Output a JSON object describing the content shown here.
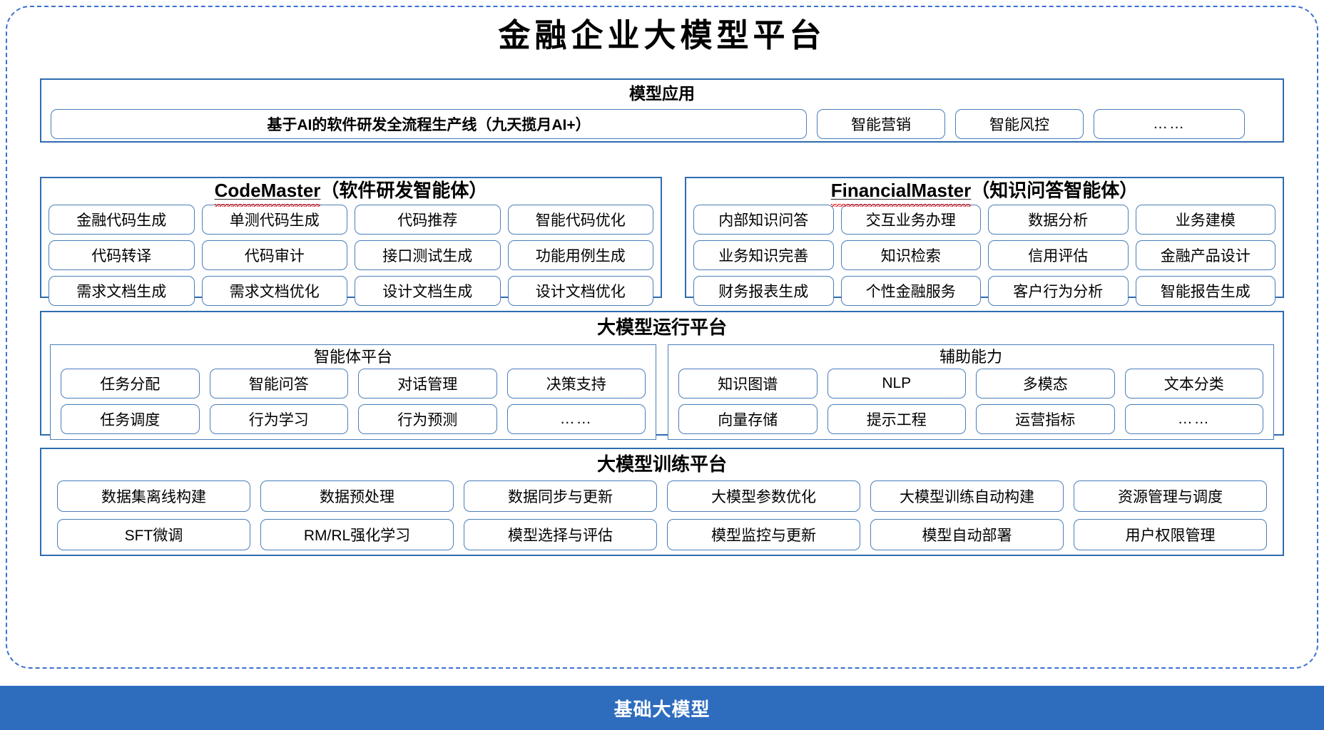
{
  "page": {
    "title": "金融企业大模型平台"
  },
  "model_application": {
    "title": "模型应用",
    "items": [
      "基于AI的软件研发全流程生产线（九天揽月AI+）",
      "智能营销",
      "智能风控",
      "……"
    ]
  },
  "agents": [
    {
      "name": "CodeMaster",
      "suffix": "（软件研发智能体）",
      "misspelled": true,
      "items": [
        "金融代码生成",
        "单测代码生成",
        "代码推荐",
        "智能代码优化",
        "代码转译",
        "代码审计",
        "接口测试生成",
        "功能用例生成",
        "需求文档生成",
        "需求文档优化",
        "设计文档生成",
        "设计文档优化"
      ]
    },
    {
      "name": "FinancialMaster",
      "suffix": "（知识问答智能体）",
      "misspelled": true,
      "items": [
        "内部知识问答",
        "交互业务办理",
        "数据分析",
        "业务建模",
        "业务知识完善",
        "知识检索",
        "信用评估",
        "金融产品设计",
        "财务报表生成",
        "个性金融服务",
        "客户行为分析",
        "智能报告生成"
      ]
    }
  ],
  "runtime_platform": {
    "title": "大模型运行平台",
    "subpanels": [
      {
        "title": "智能体平台",
        "items": [
          "任务分配",
          "智能问答",
          "对话管理",
          "决策支持",
          "任务调度",
          "行为学习",
          "行为预测",
          "……"
        ]
      },
      {
        "title": "辅助能力",
        "items": [
          "知识图谱",
          "NLP",
          "多模态",
          "文本分类",
          "向量存储",
          "提示工程",
          "运营指标",
          "……"
        ]
      }
    ]
  },
  "training_platform": {
    "title": "大模型训练平台",
    "items": [
      "数据集离线构建",
      "数据预处理",
      "数据同步与更新",
      "大模型参数优化",
      "大模型训练自动构建",
      "资源管理与调度",
      "SFT微调",
      "RM/RL强化学习",
      "模型选择与评估",
      "模型监控与更新",
      "模型自动部署",
      "用户权限管理"
    ]
  },
  "foundation": {
    "label": "基础大模型"
  },
  "colors": {
    "accent_blue": "#2E6CBE",
    "chip_border": "#4A7EBB",
    "panel_border": "#2E6CB0",
    "dashed_frame": "#3C6FD0",
    "spellcheck_red": "#E02020"
  }
}
